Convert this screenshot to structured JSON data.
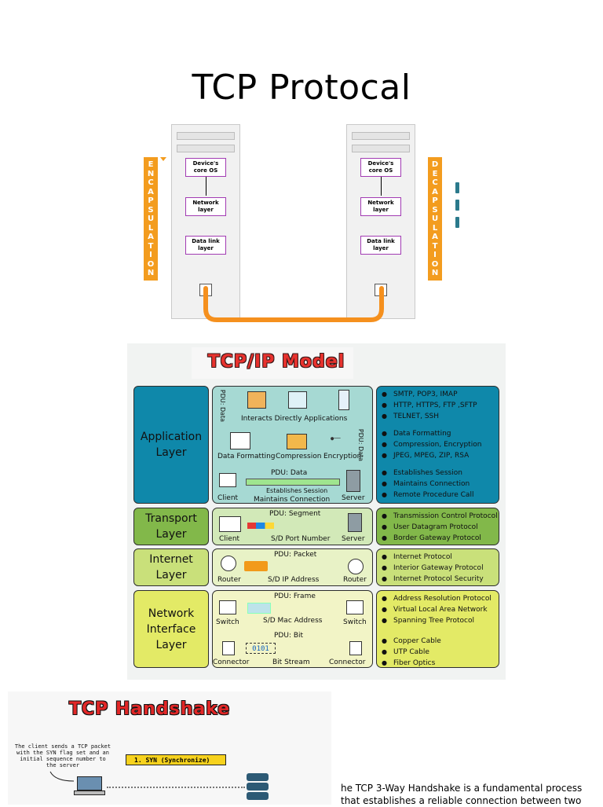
{
  "slide": {
    "title": "TCP Protocal"
  },
  "encapsulation": {
    "left_strip": "ENCAPSULATION",
    "right_strip": "DECAPSULATION",
    "layers": [
      "Device's core OS",
      "Network layer",
      "Data link layer"
    ],
    "accent_color": "#f39c1e",
    "cable_color": "#f5901e"
  },
  "tcpip_model": {
    "title": "TCP/IP Model",
    "layers": [
      {
        "name": "Application Layer",
        "pdu_side": "PDU: Data",
        "pdu_center": "PDU: Data",
        "center_caption": "Interacts Directly Applications",
        "icons": [
          "Data Formatting",
          "Compression",
          "Encryption"
        ],
        "session_lines": [
          "Establishes Session",
          "Maintains Connection"
        ],
        "endpoints": [
          "Client",
          "Server"
        ],
        "bullets": [
          [
            "SMTP, POP3, IMAP",
            "HTTP, HTTPS, FTP ,SFTP",
            "TELNET, SSH"
          ],
          [
            "Data Formatting",
            "Compression, Encryption",
            "JPEG, MPEG, ZIP, RSA"
          ],
          [
            "Establishes Session",
            "Maintains Connection",
            "Remote Procedure Call"
          ]
        ],
        "color": "#0f88aa"
      },
      {
        "name": "Transport Layer",
        "pdu": "PDU: Segment",
        "address": "S/D Port Number",
        "endpoints": [
          "Client",
          "Server"
        ],
        "bullets": [
          "Transmission Control Protocol",
          "User Datagram Protocol",
          "Border Gateway Protocol"
        ],
        "color": "#82b84a"
      },
      {
        "name": "Internet Layer",
        "pdu": "PDU: Packet",
        "address": "S/D IP Address",
        "endpoints": [
          "Router",
          "Router"
        ],
        "bullets": [
          "Internet Protocol",
          "Interior Gateway Protocol",
          "Internet Protocol Security"
        ],
        "color": "#c9e07a"
      },
      {
        "name": "Network Interface Layer",
        "pdu_frame": "PDU: Frame",
        "frame_address": "S/D Mac Address",
        "frame_endpoints": [
          "Switch",
          "Switch"
        ],
        "pdu_bit": "PDU: Bit",
        "bit_label": "Bit Stream",
        "bit_value": "0101",
        "bit_endpoints": [
          "Connector",
          "Connector"
        ],
        "bullets_top": [
          "Address Resolution Protocol",
          "Virtual Local Area Network",
          "Spanning Tree Protocol"
        ],
        "bullets_bottom": [
          "Copper Cable",
          "UTP Cable",
          "Fiber Optics"
        ],
        "color": "#e3ea66"
      }
    ]
  },
  "handshake": {
    "title": "TCP Handshake",
    "note": "The client sends a TCP packet with the SYN flag set and an initial sequence number to the server",
    "step_label": "1. SYN (Synchronize)",
    "body_line1": "he TCP 3-Way Handshake is a fundamental process",
    "body_line2": "that establishes a reliable connection between two"
  }
}
